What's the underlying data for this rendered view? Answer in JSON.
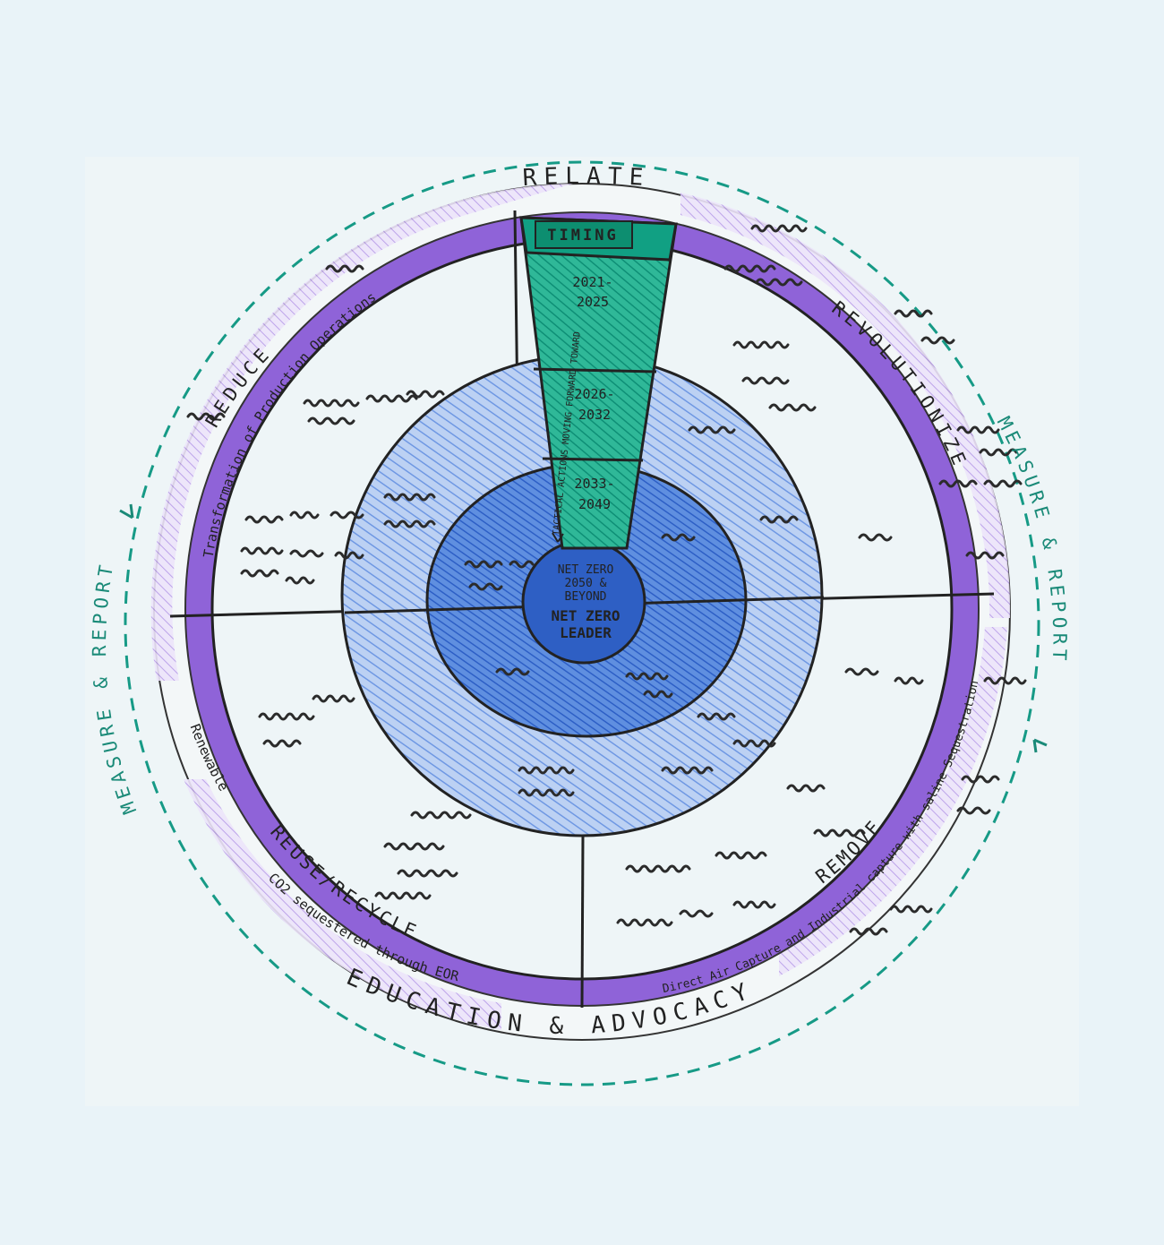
{
  "outer_ring": {
    "top": "RELATE",
    "bottom": "EDUCATION & ADVOCACY"
  },
  "measure_left": "MEASURE & REPORT",
  "measure_right": "MEASURE & REPORT",
  "quadrants": {
    "reduce": {
      "title": "REDUCE",
      "subtitle": "Transformation of Production Operations"
    },
    "revolutionize": {
      "title": "REVOLUTIONIZE"
    },
    "reuse": {
      "title": "REUSE/RECYCLE",
      "sub1": "CO2 sequestered through EOR",
      "sub2": "Renewable"
    },
    "remove": {
      "title": "REMOVE",
      "sub1": "Direct Air Capture and Industrial capture with saline Sequestration"
    }
  },
  "timing": {
    "title": "TIMING",
    "p1": [
      "2021-",
      "2025"
    ],
    "p2": [
      "2026-",
      "2032"
    ],
    "p3": [
      "2033-",
      "2049"
    ],
    "arrow_label": "TACTICAL ACTIONS MOVING FORWARD TOWARD"
  },
  "core": {
    "top": [
      "NET ZERO",
      "2050 &",
      "BEYOND"
    ],
    "bottom": [
      "NET ZERO",
      "LEADER"
    ]
  },
  "colors": {
    "purple": "#8f63d8",
    "purple_light": "#b79be8",
    "teal": "#14a38a",
    "blue_dark": "#3f72d6",
    "blue_light": "#8fb2ea",
    "dash": "#169a86"
  }
}
